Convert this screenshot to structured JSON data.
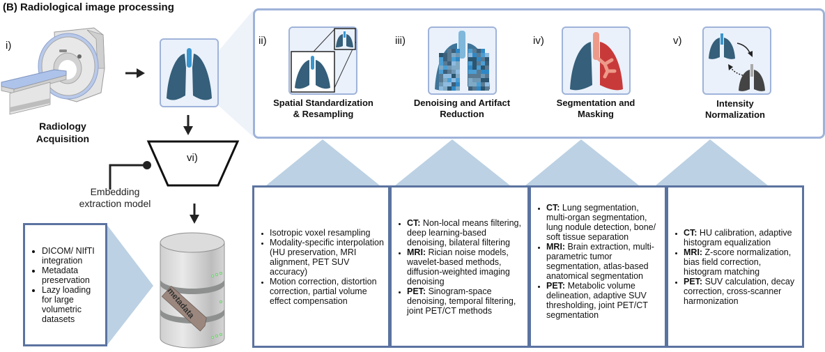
{
  "title": "(B) Radiological image processing",
  "acquisition": {
    "index": "i)",
    "caption_line1": "Radiology",
    "caption_line2": "Acquisition",
    "icon": "mri-scanner-icon"
  },
  "input_image": {
    "icon": "lungs-icon"
  },
  "steps": [
    {
      "index": "ii)",
      "caption_line1": "Spatial Standardization",
      "caption_line2": "& Resampling",
      "icon": "resampling-lungs-icon"
    },
    {
      "index": "iii)",
      "caption_line1": "Denoising and Artifact",
      "caption_line2": "Reduction",
      "icon": "pixelated-lungs-icon"
    },
    {
      "index": "iv)",
      "caption_line1": "Segmentation and",
      "caption_line2": "Masking",
      "icon": "segmented-lungs-icon"
    },
    {
      "index": "v)",
      "caption_line1": "Intensity",
      "caption_line2": "Normalization",
      "icon": "normalization-lungs-icon"
    }
  ],
  "embedding_model": {
    "index": "vi)",
    "label_line1": "Embedding",
    "label_line2": "extraction model"
  },
  "database": {
    "tag_label": "metadata",
    "features": [
      "DICOM/ NIfTI integration",
      "Metadata preservation",
      "Lazy loading for large volumetric datasets"
    ]
  },
  "details": [
    {
      "items": [
        {
          "mod": "",
          "text": "Isotropic voxel resampling"
        },
        {
          "mod": "",
          "text": "Modality-specific interpolation (HU preservation, MRI alignment, PET SUV accuracy)"
        },
        {
          "mod": "",
          "text": "Motion correction, distortion correction, partial volume effect compensation"
        }
      ]
    },
    {
      "items": [
        {
          "mod": "CT:",
          "text": " Non-local means filtering, deep learning-based denoising, bilateral filtering"
        },
        {
          "mod": "MRI:",
          "text": " Rician noise models, wavelet-based methods, diffusion-weighted imaging denoising"
        },
        {
          "mod": "PET:",
          "text": " Sinogram-space denoising, temporal filtering, joint PET/CT methods"
        }
      ]
    },
    {
      "items": [
        {
          "mod": "CT:",
          "text": " Lung segmentation, multi-organ segmentation, lung nodule detection, bone/ soft tissue separation"
        },
        {
          "mod": "MRI:",
          "text": " Brain extraction, multi-parametric tumor segmentation, atlas-based anatomical segmentation"
        },
        {
          "mod": "PET:",
          "text": " Metabolic volume delineation, adaptive SUV thresholding, joint PET/CT segmentation"
        }
      ]
    },
    {
      "items": [
        {
          "mod": "CT:",
          "text": " HU calibration, adaptive histogram equalization"
        },
        {
          "mod": "MRI:",
          "text": " Z-score normalization, bias field correction, histogram matching"
        },
        {
          "mod": "PET:",
          "text": " SUV calculation, decay correction, cross-scanner harmonization"
        }
      ]
    }
  ],
  "colors": {
    "lung_dark": "#355f7a",
    "trachea_blue": "#3a96cf",
    "frame_light": "#9fb3d9",
    "box_border": "#5b73a0",
    "connector": "#bcd1e3",
    "seg_red": "#c83a3a",
    "seg_airway": "#ee9a8a",
    "tag_brown": "#9b877d"
  }
}
